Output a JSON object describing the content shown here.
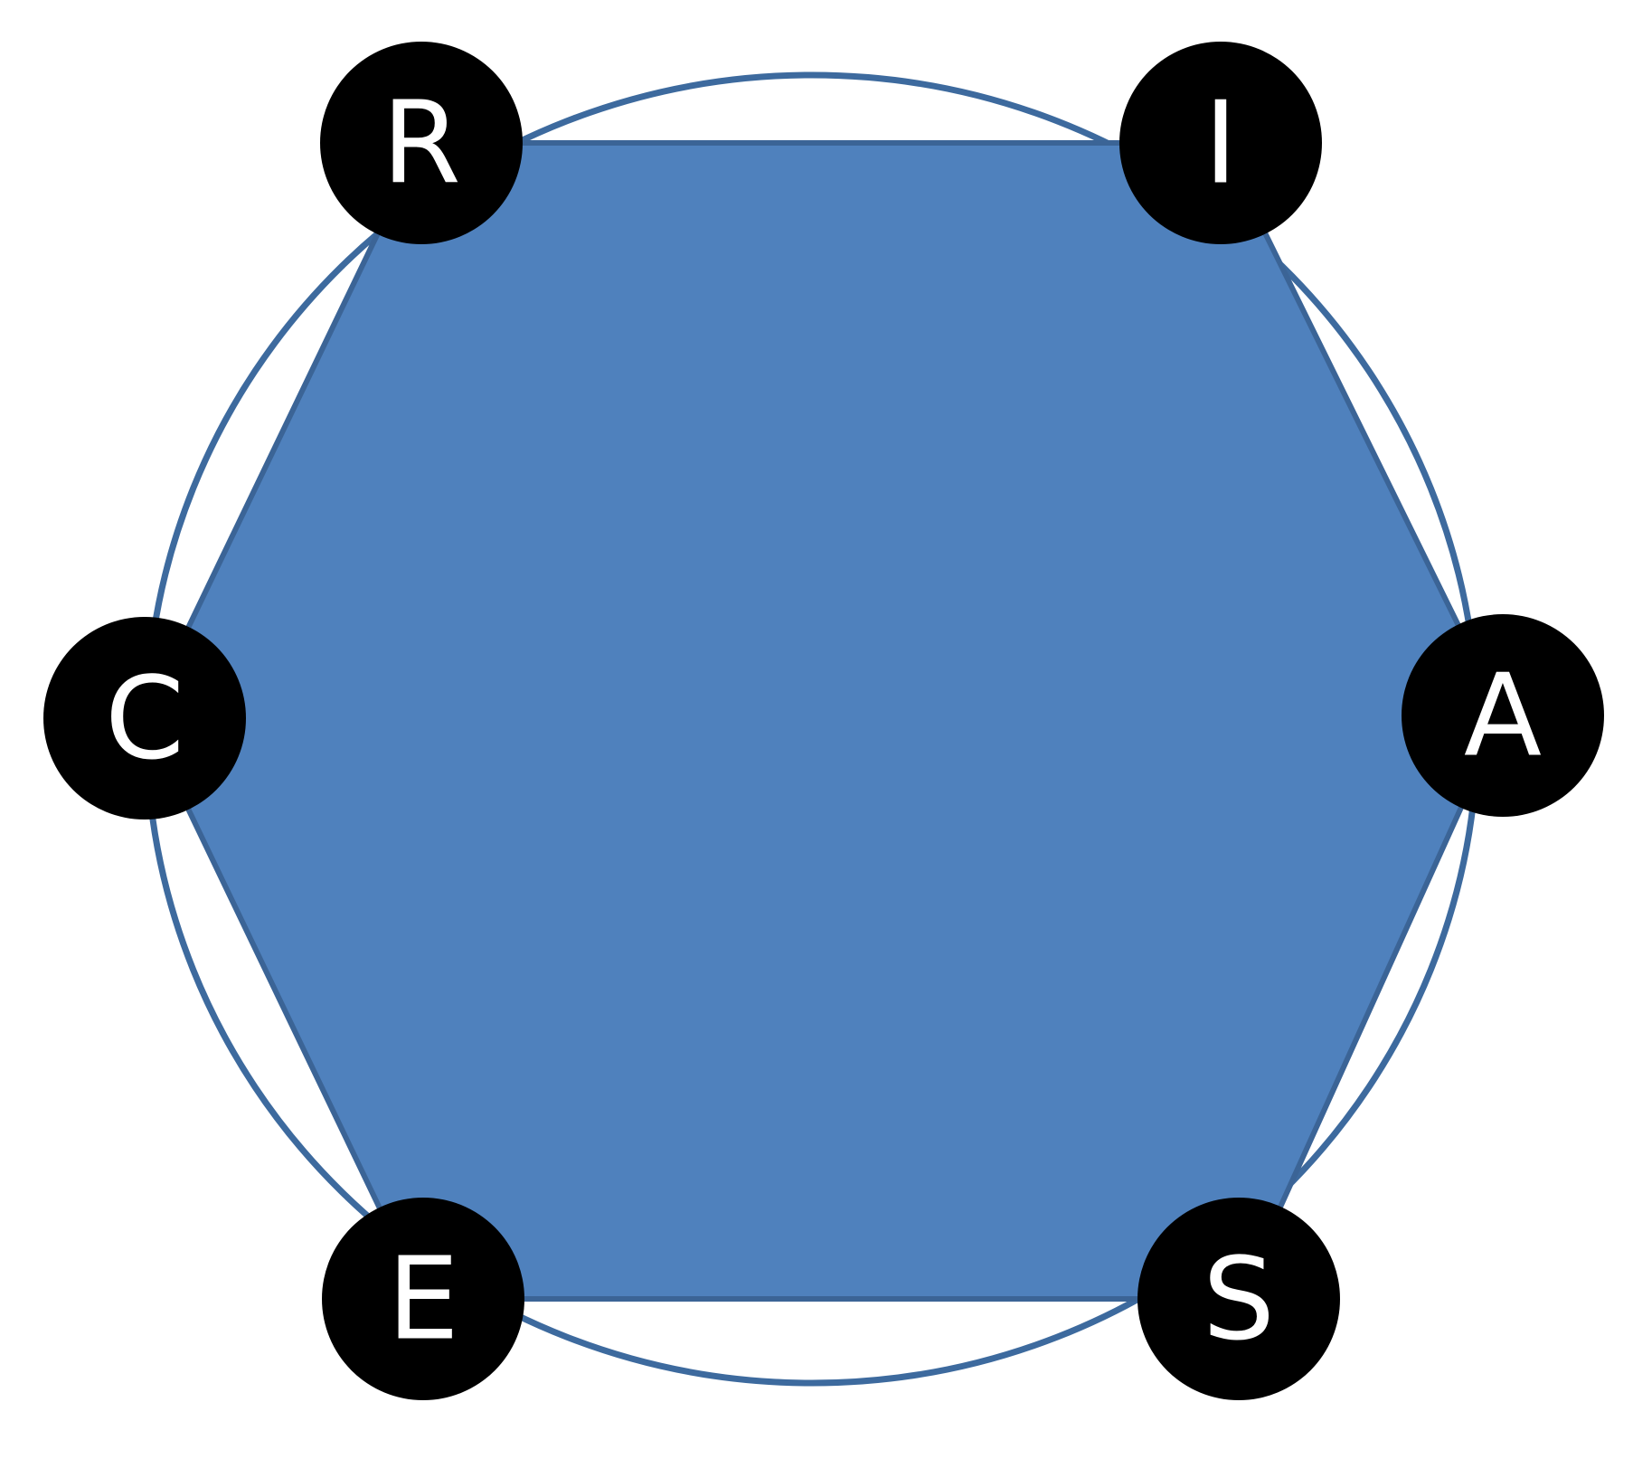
{
  "colors": {
    "hexagon_fill": "#4f81bd",
    "hexagon_stroke": "#3b6496",
    "circle_stroke": "#3d6a9e",
    "node_fill": "#000000",
    "node_text": "#ffffff",
    "background": "#ffffff"
  },
  "nodes": [
    {
      "id": "R",
      "label": "R"
    },
    {
      "id": "I",
      "label": "I"
    },
    {
      "id": "A",
      "label": "A"
    },
    {
      "id": "S",
      "label": "S"
    },
    {
      "id": "E",
      "label": "E"
    },
    {
      "id": "C",
      "label": "C"
    }
  ],
  "edges": [
    {
      "from": "R",
      "to": "I"
    },
    {
      "from": "I",
      "to": "A"
    },
    {
      "from": "A",
      "to": "S"
    },
    {
      "from": "S",
      "to": "E"
    },
    {
      "from": "E",
      "to": "C"
    },
    {
      "from": "C",
      "to": "R"
    }
  ]
}
